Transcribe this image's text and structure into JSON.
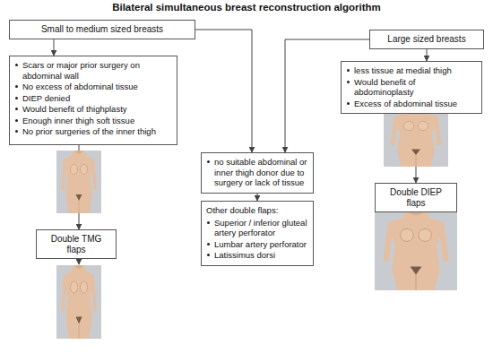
{
  "diagram": {
    "title": "Bilateral simultaneous breast reconstruction algorithm",
    "nodes": [
      {
        "text": [
          "Small to medium sized breasts"
        ]
      },
      {
        "text": [
          "Large sized breasts"
        ]
      },
      {
        "text": [
          "Scars or major prior surgery on abdominal wall",
          "No excess of abdominal tissue",
          "DIEP denied",
          "Would benefit of thighplasty",
          "Enough inner thigh soft tissue",
          "No prior surgeries of the inner thigh"
        ]
      },
      {
        "text": [
          "less tissue at medial thigh",
          "Would benefit of abdominoplasty",
          "Excess of abdominal tissue"
        ]
      },
      {
        "text": [
          "no suitable abdominal or inner thigh donor due to surgery or lack of tissue"
        ]
      },
      {
        "text": [
          "Other double flaps:",
          "Superior / inferior gluteal artery perforator",
          "Lumbar artery perforator",
          "Latissimus dorsi"
        ]
      },
      {
        "text": [
          "Double DIEP flaps"
        ]
      },
      {
        "text": [
          "Double TMG flaps"
        ]
      }
    ],
    "edges": [
      {
        "from": 0,
        "to": 2,
        "arrow": "to"
      },
      {
        "from": 0,
        "to": 4,
        "arrow": "to"
      },
      {
        "from": 1,
        "to": 4,
        "arrow": "to"
      },
      {
        "from": 1,
        "to": 3,
        "arrow": "to"
      },
      {
        "from": 2,
        "to": 7,
        "arrow": "to"
      },
      {
        "from": 4,
        "to": 5,
        "arrow": "to"
      },
      {
        "from": 3,
        "to": 6,
        "arrow": "to"
      }
    ]
  }
}
